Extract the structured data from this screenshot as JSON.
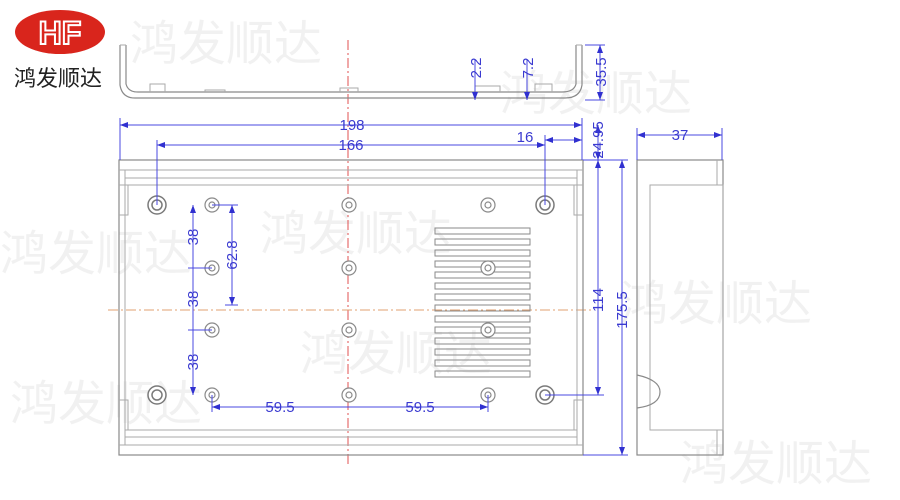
{
  "logo": {
    "mark": "HF",
    "name": "鸿发顺达",
    "color": "#d9251c"
  },
  "watermark": "鸿发顺达",
  "dimensions": {
    "overall_width": "198",
    "hole_span": "166",
    "edge_offset": "16",
    "height_offset": "24.95",
    "side_depth": "37",
    "profile_height": "35.5",
    "wall_a": "2.2",
    "wall_b": "7.2",
    "hole_pitch_1": "38",
    "hole_pitch_2": "38",
    "hole_pitch_3": "38",
    "vertical_62": "62.8",
    "hole_pitch_h1": "59.5",
    "hole_pitch_h2": "59.5",
    "inner_height": "114",
    "overall_height": "175.5"
  },
  "colors": {
    "dimension": "#3a3ad0",
    "centerline": "#e03030",
    "outline": "#8a8a8a"
  }
}
